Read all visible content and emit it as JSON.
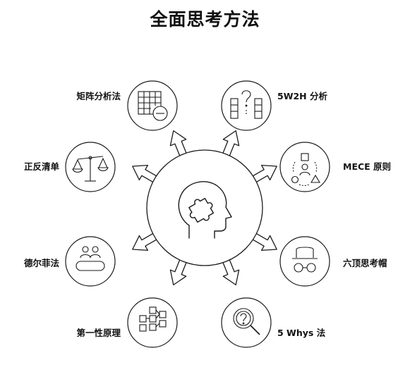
{
  "title": "全面思考方法",
  "methods": [
    {
      "label": "矩阵分析法",
      "icon": "matrix-grid-icon"
    },
    {
      "label": "5W2H 分析",
      "icon": "question-columns-icon"
    },
    {
      "label": "MECE 原则",
      "icon": "shapes-cycle-icon"
    },
    {
      "label": "六顶思考帽",
      "icon": "hat-glasses-icon"
    },
    {
      "label": "5 Whys 法",
      "icon": "magnifier-question-icon"
    },
    {
      "label": "第一性原理",
      "icon": "flowchart-icon"
    },
    {
      "label": "德尔菲法",
      "icon": "experts-table-icon"
    },
    {
      "label": "正反清单",
      "icon": "balance-scale-icon"
    }
  ],
  "center_icon": "head-puzzle-icon",
  "colors": {
    "ink": "#1a1a1a",
    "background": "#ffffff"
  }
}
